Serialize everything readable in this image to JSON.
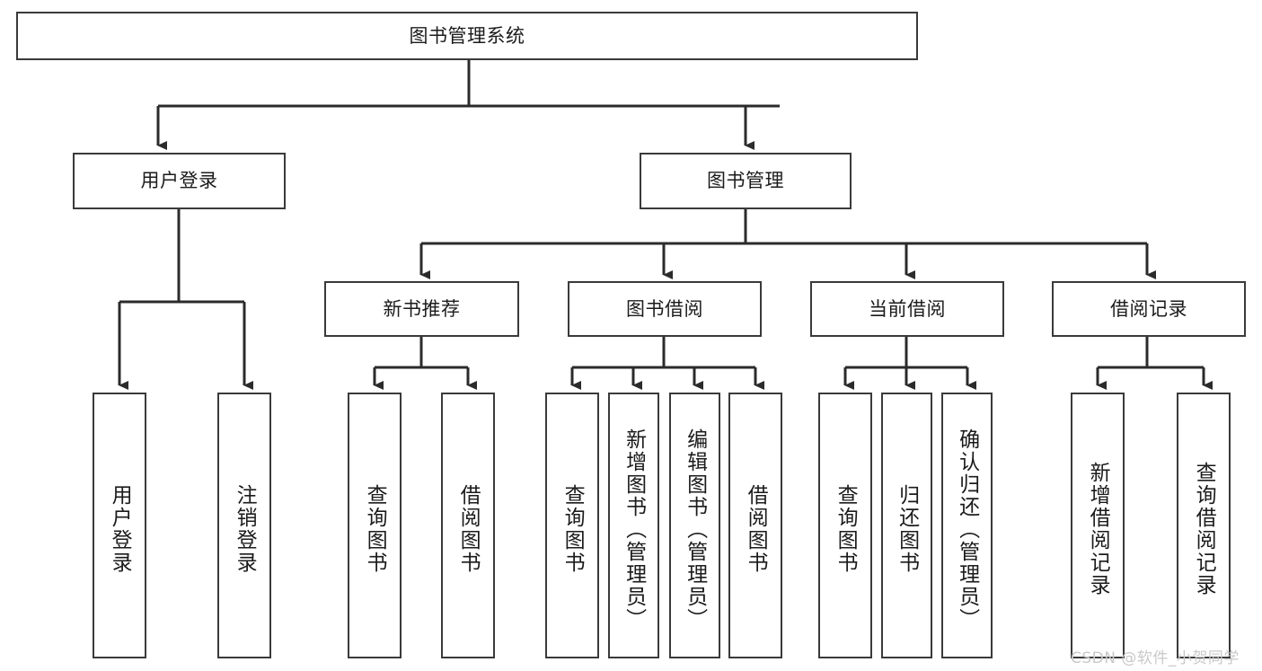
{
  "diagram": {
    "title": "图书管理系统",
    "type": "tree-hierarchy-diagram",
    "colors": {
      "box_border": "#3a3a3a",
      "box_fill": "#ffffff",
      "connector": "#2b2b2b",
      "text": "#1b1b1b",
      "watermark": "#c9c9c9",
      "background": "#ffffff"
    },
    "root": {
      "label": "图书管理系统"
    },
    "level2": [
      {
        "label": "用户登录"
      },
      {
        "label": "图书管理"
      }
    ],
    "level3": [
      {
        "label": "新书推荐"
      },
      {
        "label": "图书借阅"
      },
      {
        "label": "当前借阅"
      },
      {
        "label": "借阅记录"
      }
    ],
    "leaves": {
      "user_login": [
        {
          "label": "用户登录"
        },
        {
          "label": "注销登录"
        }
      ],
      "new_book_recommend": [
        {
          "label": "查询图书"
        },
        {
          "label": "借阅图书"
        }
      ],
      "book_borrow": [
        {
          "label": "查询图书"
        },
        {
          "label": "新增图书（管理员）"
        },
        {
          "label": "编辑图书（管理员）"
        },
        {
          "label": "借阅图书"
        }
      ],
      "current_borrow": [
        {
          "label": "查询图书"
        },
        {
          "label": "归还图书"
        },
        {
          "label": "确认归还（管理员）"
        }
      ],
      "borrow_record": [
        {
          "label": "新增借阅记录"
        },
        {
          "label": "查询借阅记录"
        }
      ]
    },
    "watermark": "CSDN @软件_小贺同学"
  }
}
